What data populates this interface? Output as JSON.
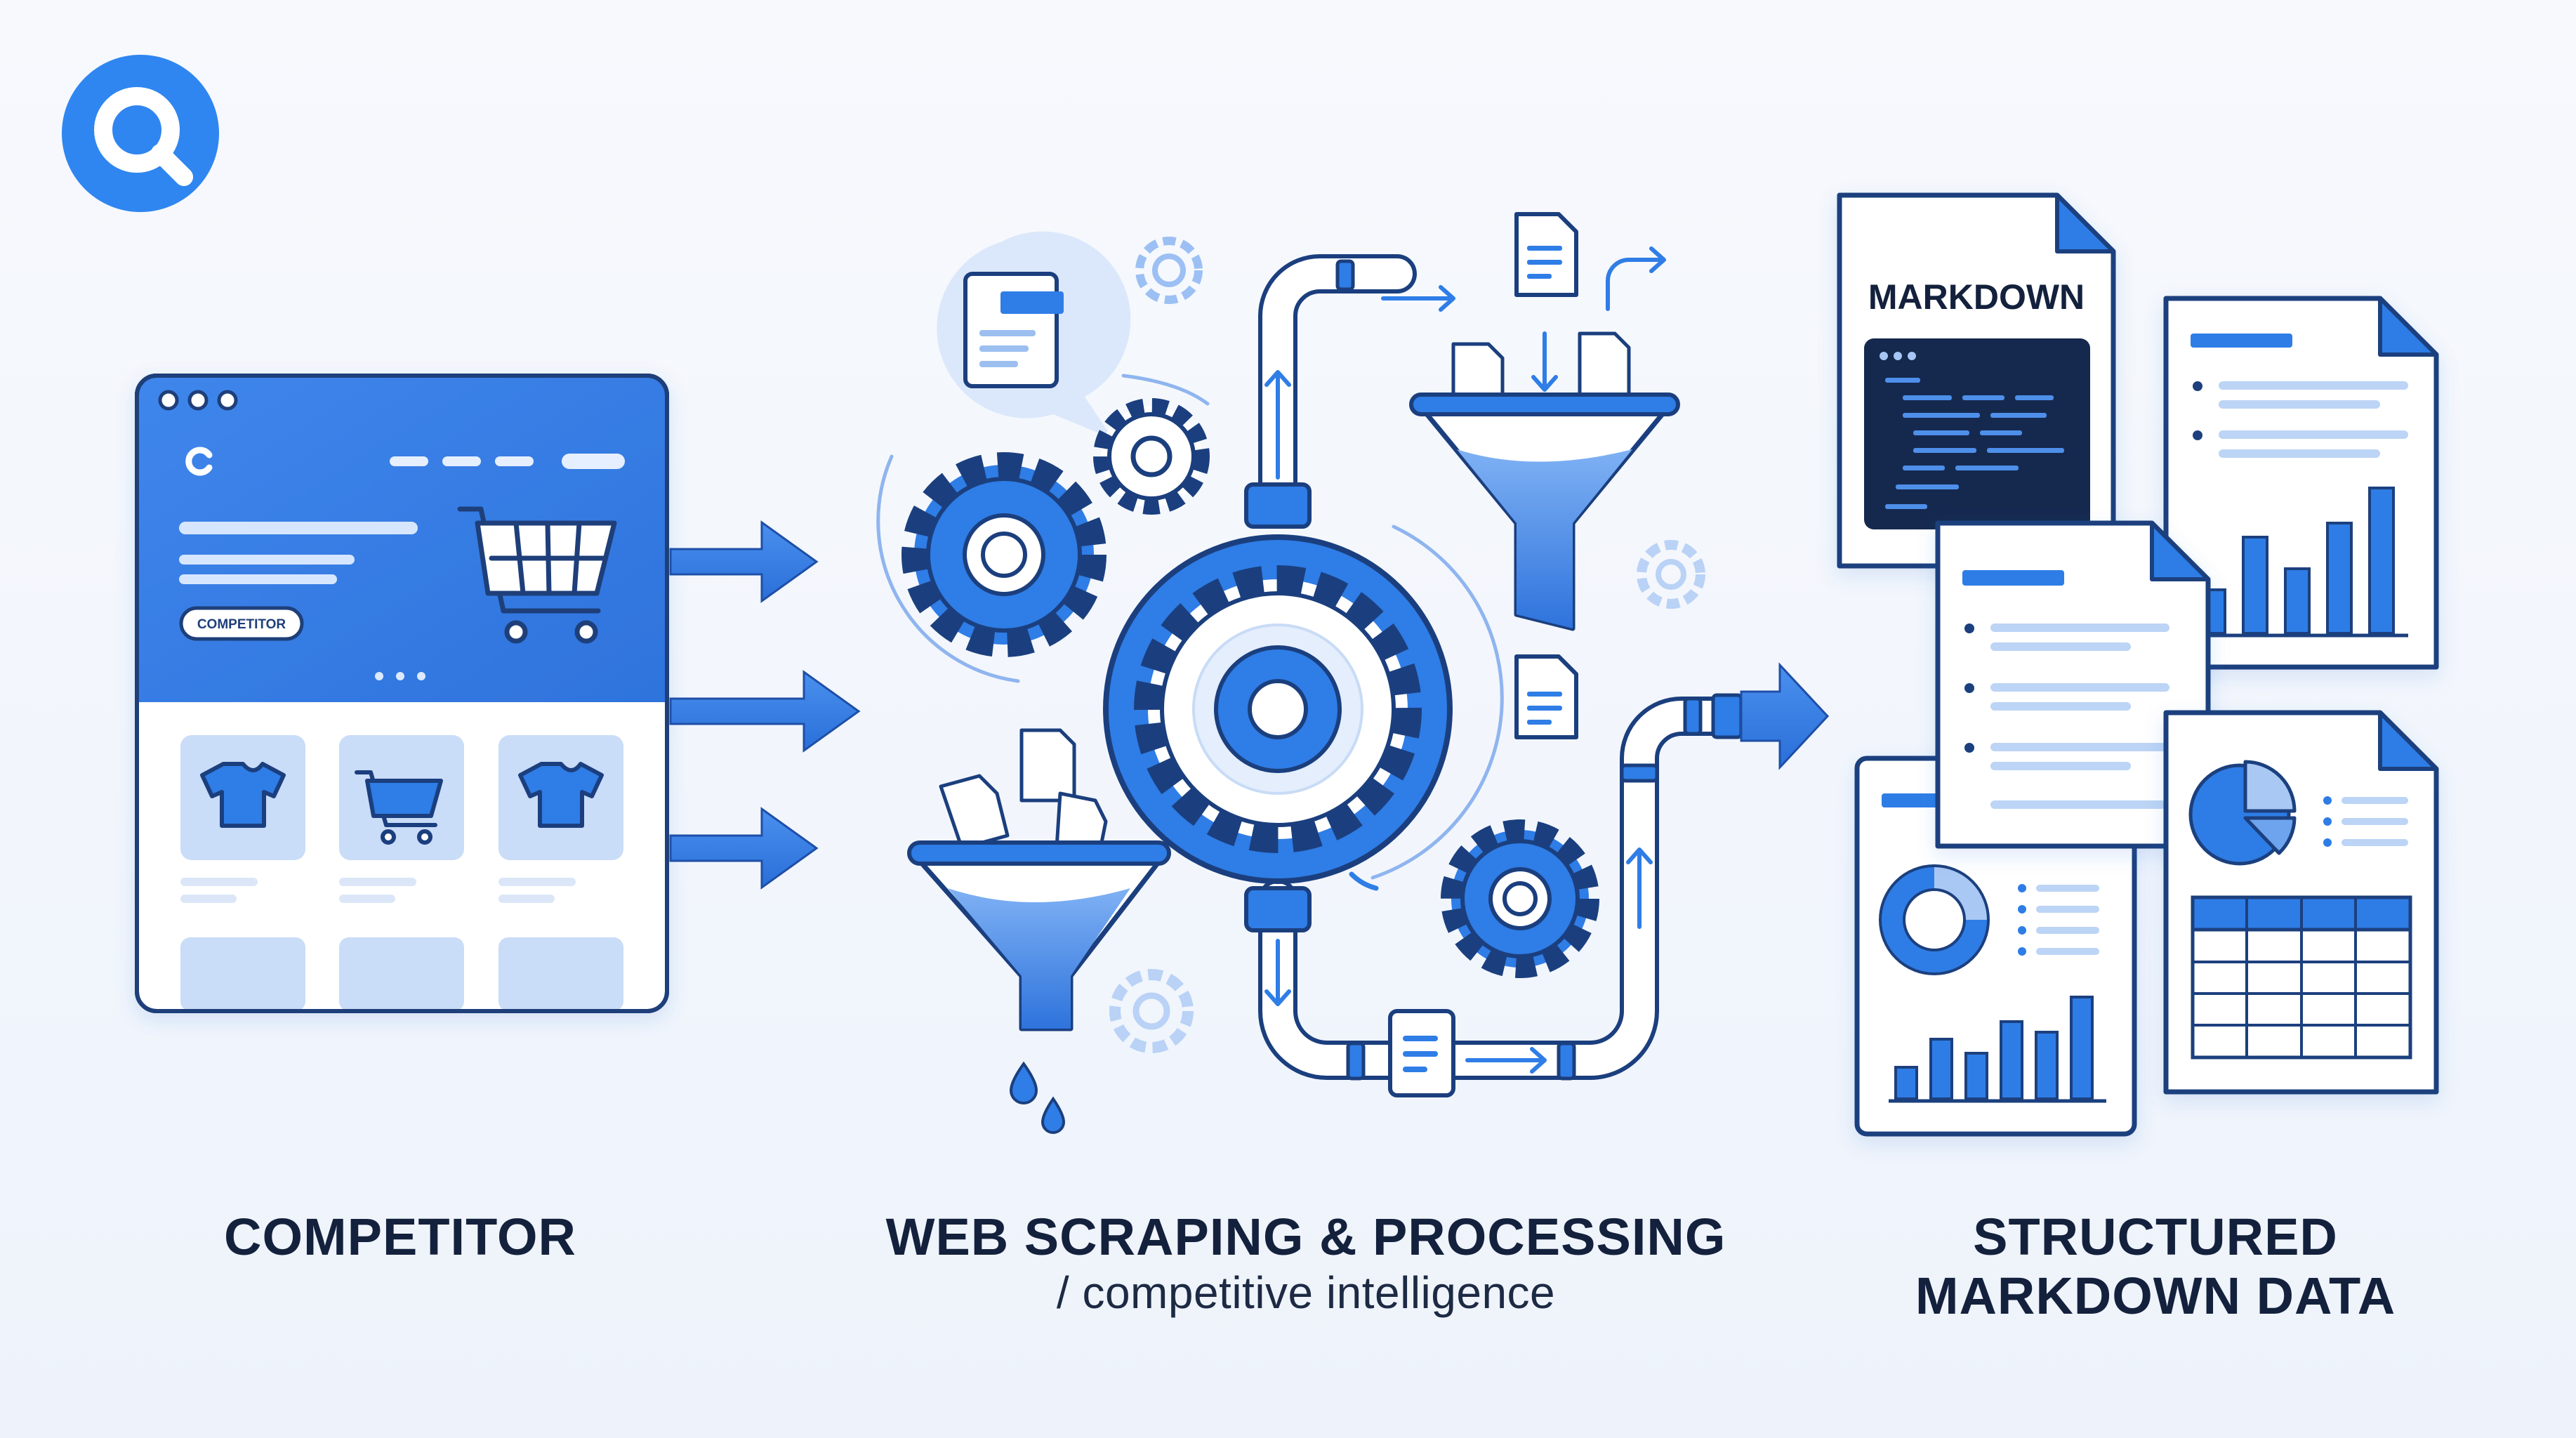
{
  "logo": {
    "icon": "search-magnifier-logo-icon",
    "color": "#2f86f0"
  },
  "competitor_site": {
    "cta_label": "COMPETITOR",
    "products": [
      "t-shirt-icon",
      "cart-icon",
      "t-shirt-icon"
    ]
  },
  "pipeline": {
    "markdown_label": "MARKDOWN"
  },
  "captions": {
    "competitor": "COMPETITOR",
    "processing_title": "WEB SCRAPING & PROCESSING",
    "processing_sub": "/ competitive intelligence",
    "output_line1": "STRUCTURED",
    "output_line2": "MARKDOWN DATA"
  },
  "colors": {
    "primary": "#2f7de6",
    "dark": "#1b4fb6",
    "light": "#cfe0fa",
    "navy": "#14213d"
  }
}
